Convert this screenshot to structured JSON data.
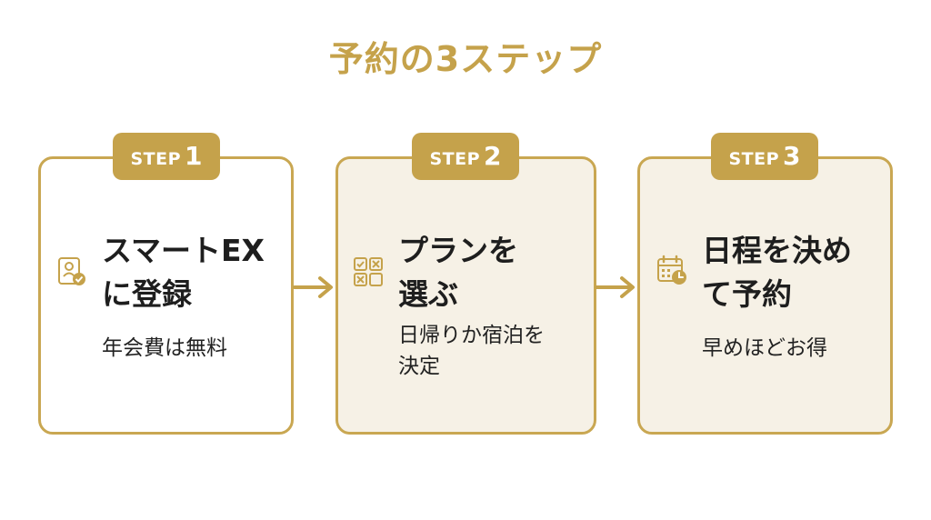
{
  "title": "予約の3ステップ",
  "colors": {
    "accent": "#c5a24b",
    "card_border": "#c9a752",
    "card_fill": "#f6f1e6",
    "text": "#1e1e1e"
  },
  "steps": [
    {
      "step_word": "STEP",
      "step_num": "1",
      "icon": "id-card-check-icon",
      "heading_lines": [
        "スマートEX",
        "に登録"
      ],
      "desc_lines": [
        "年会費は無料"
      ]
    },
    {
      "step_word": "STEP",
      "step_num": "2",
      "icon": "checklist-grid-icon",
      "heading_lines": [
        "プランを",
        "選ぶ"
      ],
      "desc_lines": [
        "日帰りか宿泊を",
        "決定"
      ]
    },
    {
      "step_word": "STEP",
      "step_num": "3",
      "icon": "calendar-clock-icon",
      "heading_lines": [
        "日程を決め",
        "て予約"
      ],
      "desc_lines": [
        "早めほどお得"
      ]
    }
  ]
}
